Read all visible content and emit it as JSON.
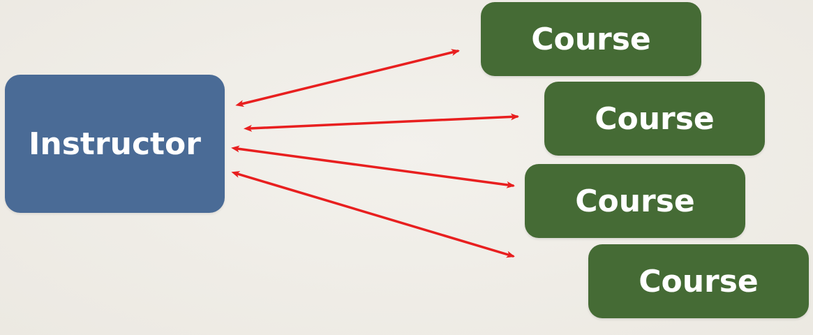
{
  "diagram": {
    "instructor_label": "Instructor",
    "course_labels": [
      "Course",
      "Course",
      "Course",
      "Course"
    ],
    "arrow_color": "#e81f1f",
    "instructor_color": "#4a6b96",
    "course_color": "#456b35"
  }
}
